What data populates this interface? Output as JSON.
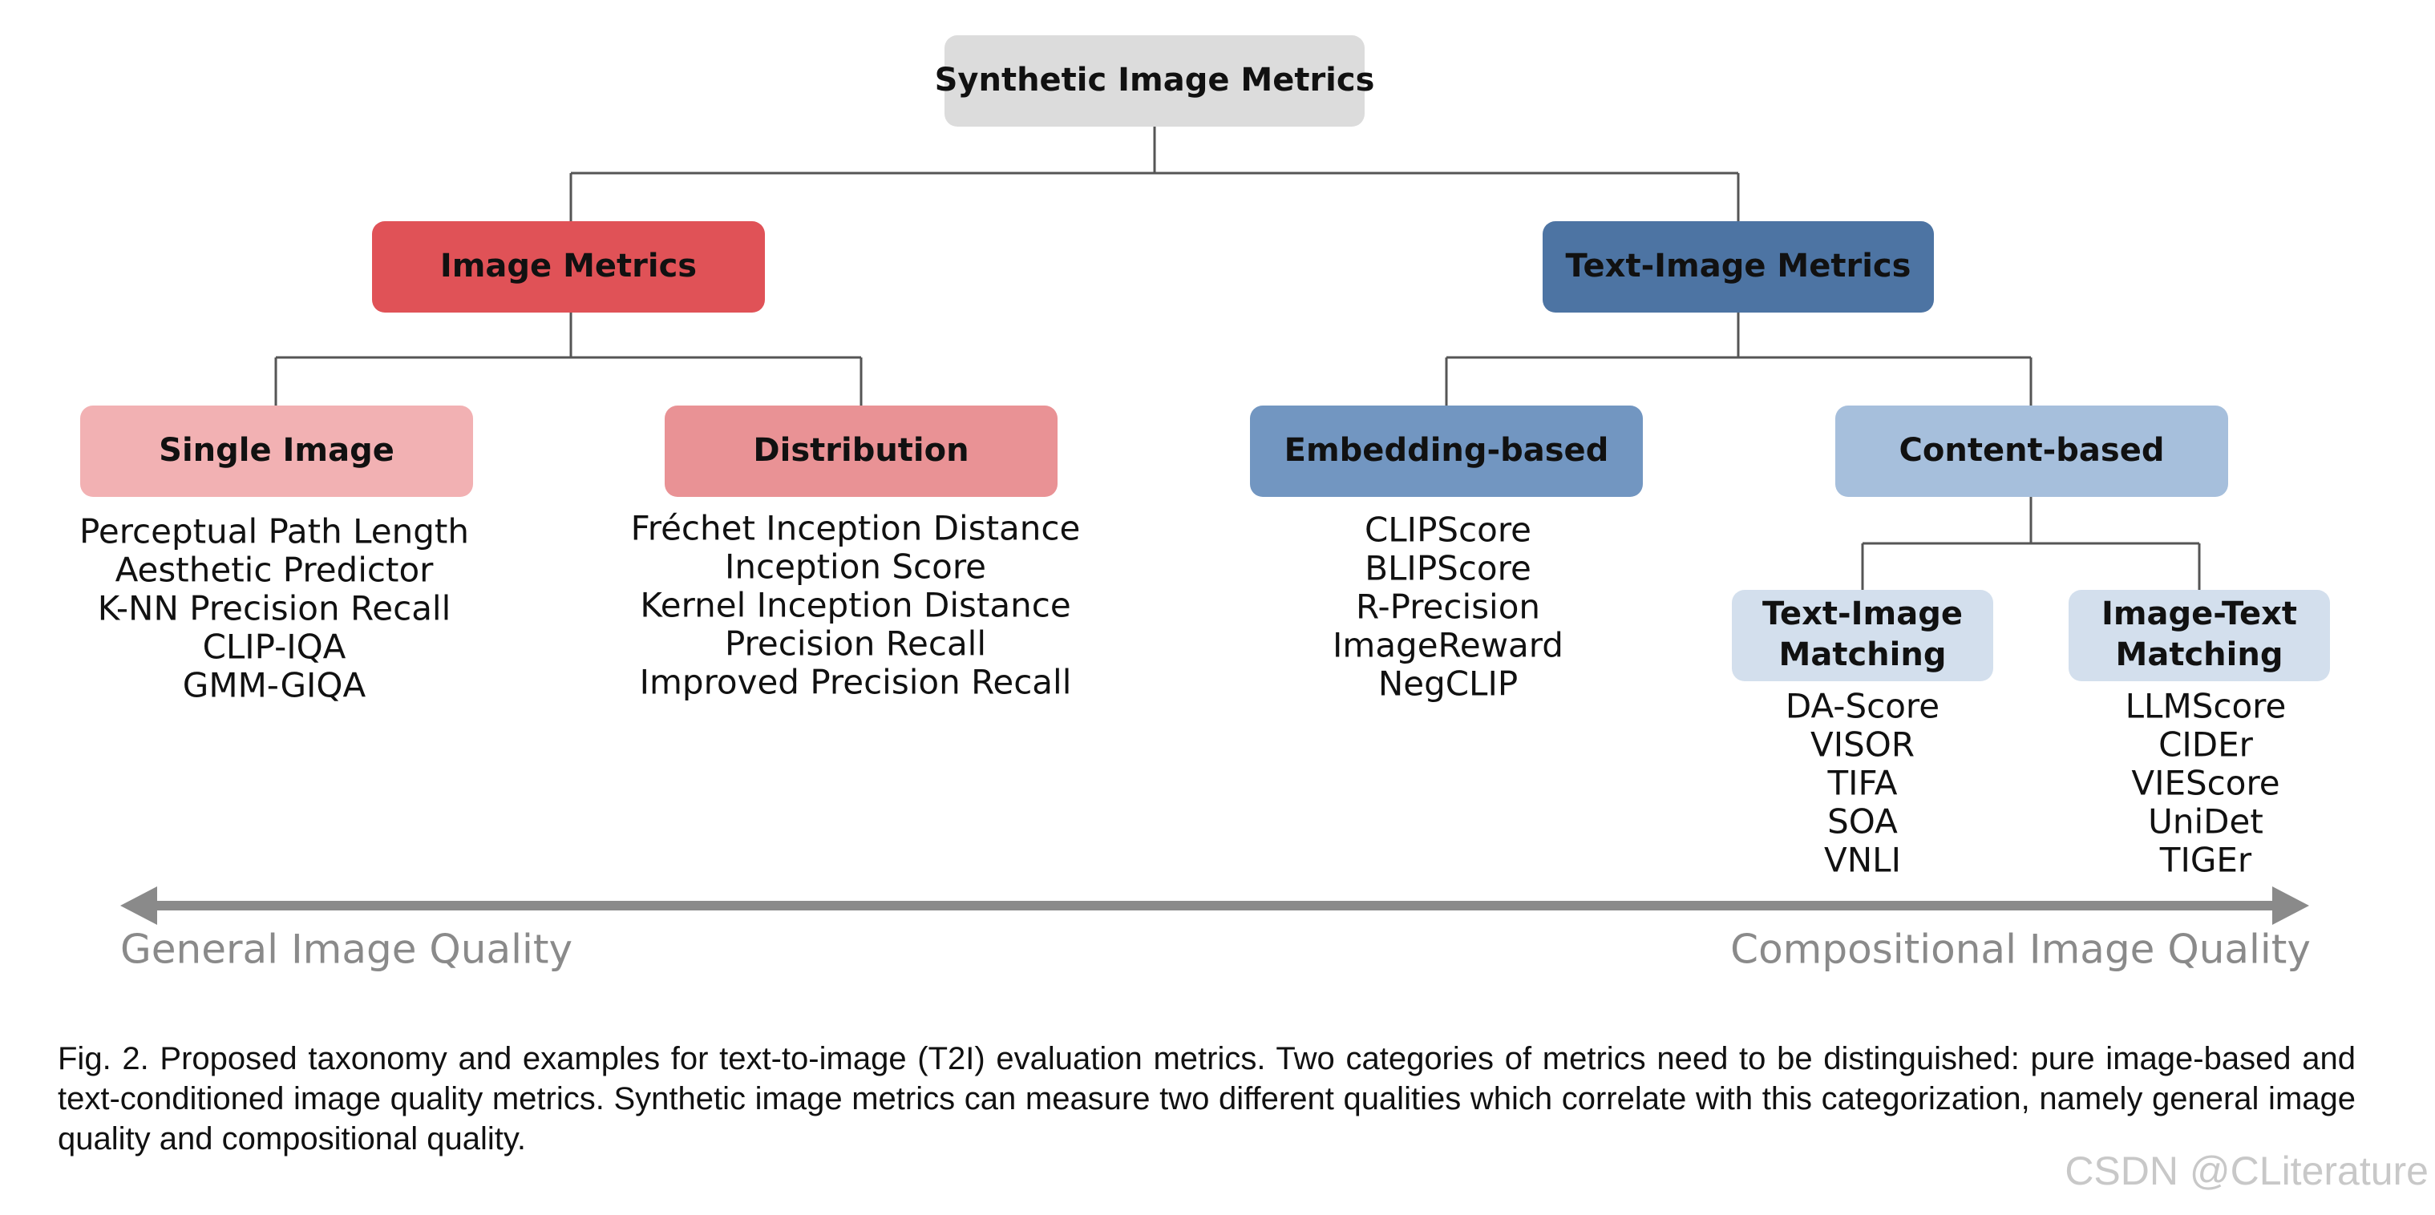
{
  "colors": {
    "root": "#dcdcdc",
    "image_metrics": "#e05257",
    "single_image": "#f2b1b3",
    "distribution": "#e99295",
    "text_image_metrics": "#4d74a3",
    "embedding_based": "#7296c1",
    "content_based": "#a6bfdc",
    "matching": "#d3dfed",
    "connector": "#555555",
    "axis": "#8a8a8a"
  },
  "root": {
    "label": "Synthetic Image Metrics"
  },
  "image_metrics": {
    "label": "Image Metrics",
    "single_image": {
      "label": "Single Image",
      "metrics": [
        "Perceptual Path Length",
        "Aesthetic Predictor",
        "K-NN Precision Recall",
        "CLIP-IQA",
        "GMM-GIQA"
      ]
    },
    "distribution": {
      "label": "Distribution",
      "metrics": [
        "Fréchet Inception Distance",
        "Inception Score",
        "Kernel Inception Distance",
        "Precision Recall",
        "Improved Precision Recall"
      ]
    }
  },
  "text_image_metrics": {
    "label": "Text-Image Metrics",
    "embedding_based": {
      "label": "Embedding-based",
      "metrics": [
        "CLIPScore",
        "BLIPScore",
        "R-Precision",
        "ImageReward",
        "NegCLIP"
      ]
    },
    "content_based": {
      "label": "Content-based",
      "text_image_matching": {
        "label_line1": "Text-Image",
        "label_line2": "Matching",
        "metrics": [
          "DA-Score",
          "VISOR",
          "TIFA",
          "SOA",
          "VNLI"
        ]
      },
      "image_text_matching": {
        "label_line1": "Image-Text",
        "label_line2": "Matching",
        "metrics": [
          "LLMScore",
          "CIDEr",
          "VIEScore",
          "UniDet",
          "TIGEr"
        ]
      }
    }
  },
  "axis": {
    "left_label": "General Image Quality",
    "right_label": "Compositional Image Quality"
  },
  "caption": "Fig. 2. Proposed taxonomy and examples for text-to-image (T2I) evaluation metrics. Two categories of metrics need to be distinguished: pure image-based and text-conditioned image quality metrics. Synthetic image metrics can measure two different qualities which correlate with this categorization, namely general image quality and compositional quality.",
  "watermark": "CSDN @CLiterature"
}
